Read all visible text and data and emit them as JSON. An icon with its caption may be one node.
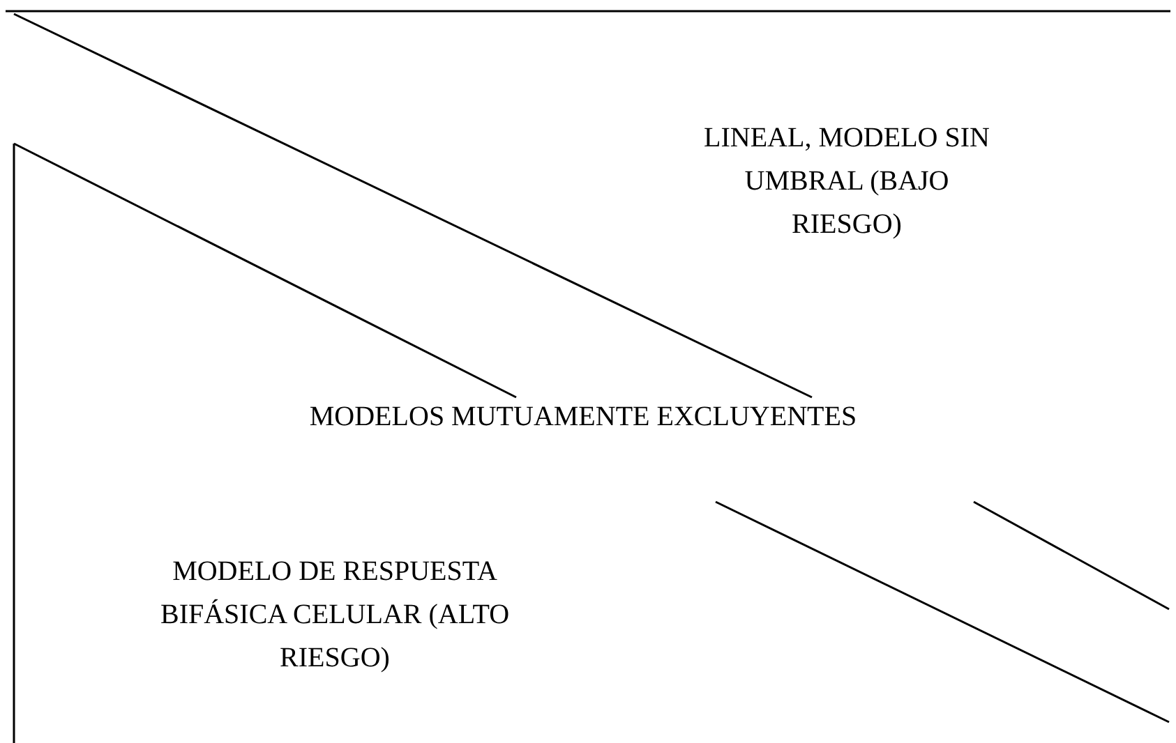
{
  "diagram": {
    "labels": [
      "LINEAL, MODELO SIN UMBRAL (BAJO RIESGO)",
      "MODELOS MUTUAMENTE EXCLUYENTES",
      "MODELO DE RESPUESTA BIFÁSICA CELULAR (ALTO RIESGO)"
    ]
  }
}
